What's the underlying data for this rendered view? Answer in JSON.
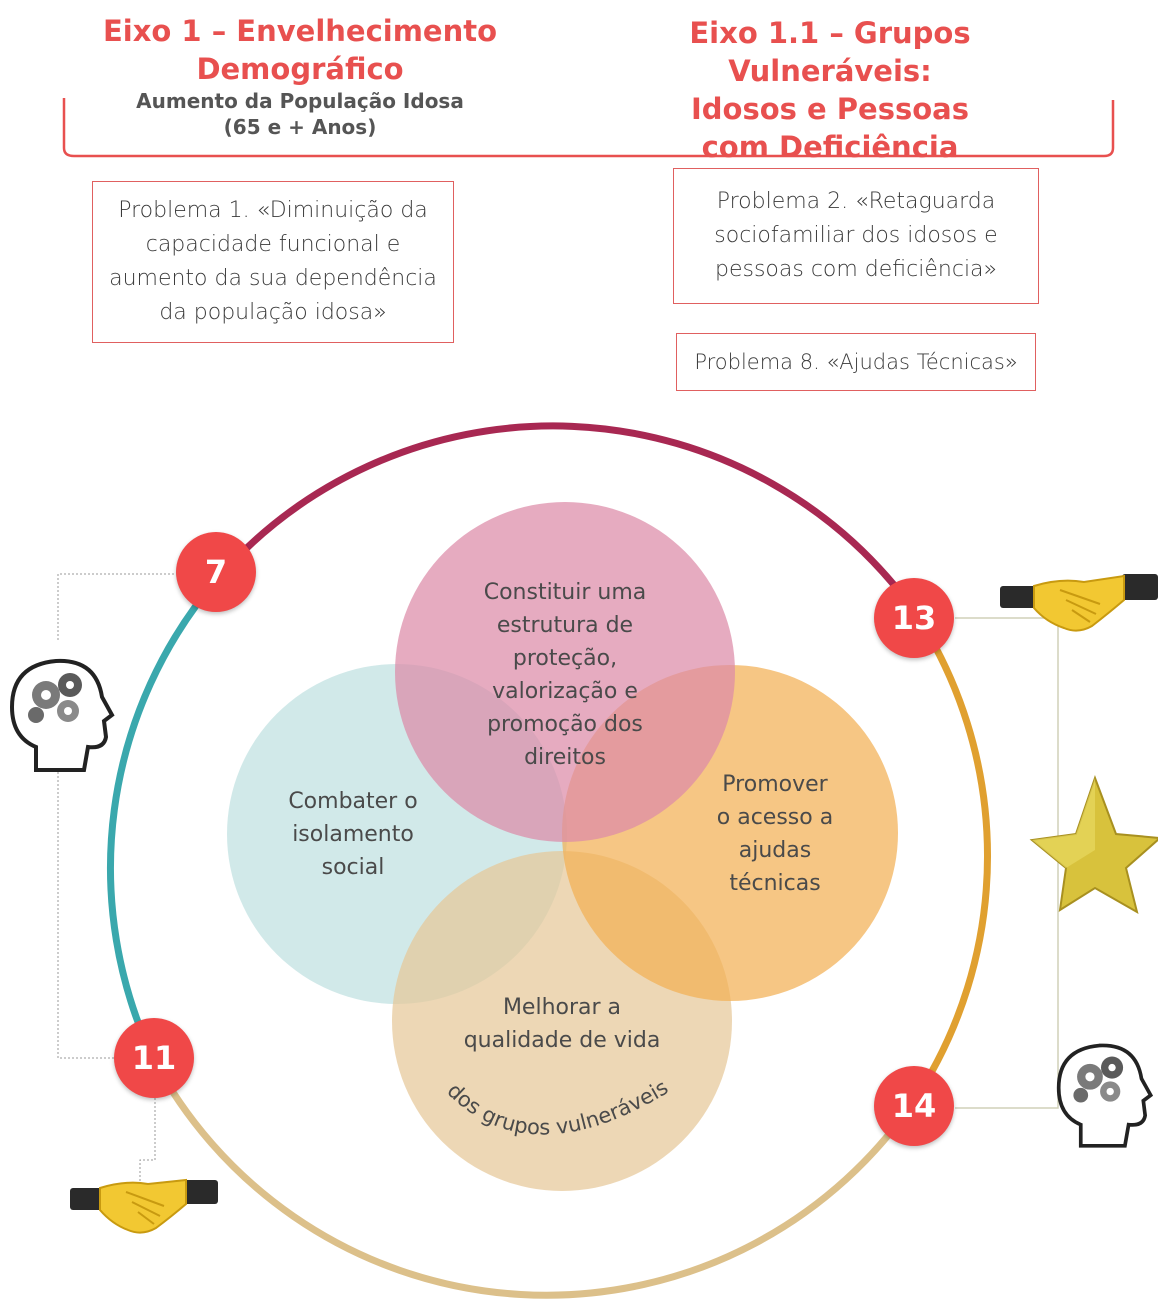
{
  "axis1": {
    "title_line1": "Eixo 1 – Envelhecimento",
    "title_line2": "Demográfico",
    "subtitle_line1": "Aumento da População Idosa",
    "subtitle_line2": "(65 e + Anos)"
  },
  "axis2": {
    "title_line1": "Eixo 1.1 – Grupos Vulneráveis:",
    "title_line2": "Idosos e Pessoas",
    "title_line3": "com Deficiência"
  },
  "problems": [
    {
      "lines": [
        "Problema 1. «Diminuição da",
        "capacidade funcional e",
        "aumento da sua dependência",
        "da população idosa»"
      ]
    },
    {
      "lines": [
        "Problema 2. «Retaguarda",
        "sociofamiliar dos idosos e",
        "pessoas com deficiência»"
      ]
    },
    {
      "lines": [
        "Problema 8. «Ajudas Técnicas»"
      ]
    }
  ],
  "circles": {
    "top": [
      "Constituir uma",
      "estrutura de",
      "proteção,",
      "valorização e",
      "promoção dos",
      "direitos"
    ],
    "left": [
      "Combater o",
      "isolamento",
      "social"
    ],
    "right": [
      "Promover",
      "o acesso a",
      "ajudas",
      "técnicas"
    ],
    "bottom": [
      "Melhorar a",
      "qualidade de vida"
    ],
    "bottom_curved": "dos grupos vulneráveis"
  },
  "badges": [
    "7",
    "13",
    "11",
    "14"
  ],
  "colors": {
    "accent_red": "#e8504f",
    "badge_red": "#f04848",
    "ring_crimson": "#a82852",
    "ring_teal": "#3aa8ad",
    "ring_gold": "#e0a030",
    "ring_beige": "#dcc08a",
    "circle_pink": "#dc8aa8",
    "circle_teal": "#bfe0e0",
    "circle_orange": "#f2b055",
    "circle_beige": "#e6c898"
  },
  "icons": [
    "head-gears-icon",
    "handshake-icon",
    "star-icon",
    "head-gears-icon",
    "handshake-icon"
  ]
}
